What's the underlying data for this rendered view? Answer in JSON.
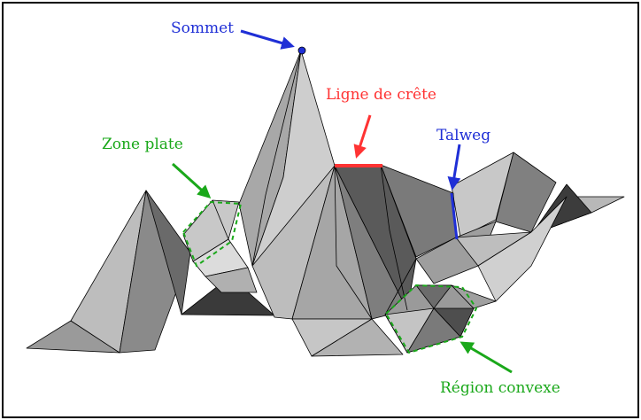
{
  "labels": {
    "summit": "Sommet",
    "ridge": "Ligne de crête",
    "flat_zone": "Zone plate",
    "thalweg": "Talweg",
    "convex_region": "Région convexe"
  },
  "colors": {
    "summit": "#1f2fd6",
    "ridge": "#ff3333",
    "flat_zone": "#1aa81a",
    "thalweg": "#1f2fd6",
    "convex_region": "#1aa81a",
    "frame": "#000000"
  }
}
